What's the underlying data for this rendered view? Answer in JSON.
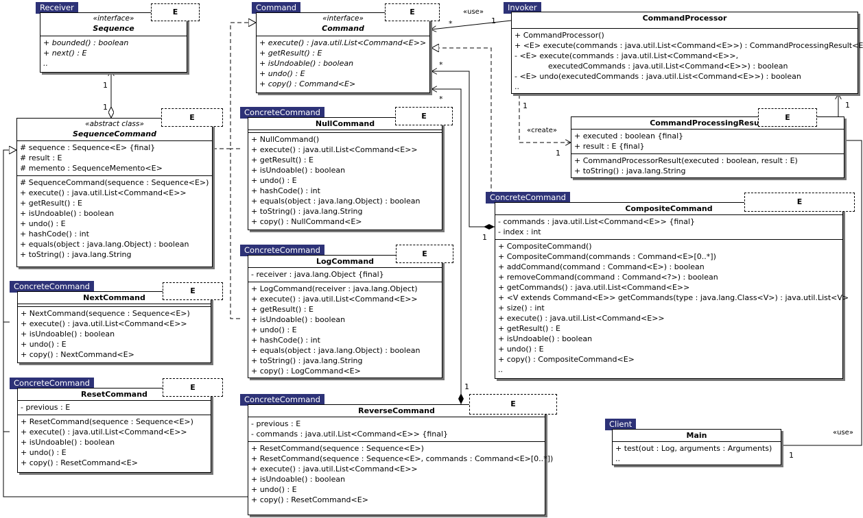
{
  "packages": {
    "receiver": "Receiver",
    "command": "Command",
    "invoker": "Invoker",
    "concrete": "ConcreteCommand",
    "client": "Client"
  },
  "type_param": "E",
  "sequence": {
    "stereotype": "«interface»",
    "name": "Sequence",
    "operations": [
      "+ bounded() : boolean",
      "+ next() : E",
      ".."
    ]
  },
  "command": {
    "stereotype": "«interface»",
    "name": "Command",
    "operations": [
      "+ execute() : java.util.List<Command<E>>",
      "+ getResult() : E",
      "+ isUndoable() : boolean",
      "+ undo() : E",
      "+ copy() : Command<E>"
    ]
  },
  "command_processor": {
    "name": "CommandProcessor",
    "operations": [
      "+ CommandProcessor()",
      "+ <E> execute(commands : java.util.List<Command<E>>) : CommandProcessingResult<E>",
      "- <E> execute(commands : java.util.List<Command<E>>,",
      "              executedCommands : java.util.List<Command<E>>) : boolean",
      "- <E> undo(executedCommands : java.util.List<Command<E>>) : boolean",
      ".."
    ]
  },
  "sequence_command": {
    "stereotype": "«abstract class»",
    "name": "SequenceCommand",
    "attributes": [
      "# sequence : Sequence<E>   {final}",
      "# result : E",
      "# memento : SequenceMemento<E>"
    ],
    "operations": [
      "# SequenceCommand(sequence : Sequence<E>)",
      "+ execute() : java.util.List<Command<E>>",
      "+ getResult() : E",
      "+ isUndoable() : boolean",
      "+ undo() : E",
      "+ hashCode() : int",
      "+ equals(object : java.lang.Object) : boolean",
      "+ toString() : java.lang.String"
    ]
  },
  "null_command": {
    "name": "NullCommand",
    "operations": [
      "+ NullCommand()",
      "+ execute() : java.util.List<Command<E>>",
      "+ getResult() : E",
      "+ isUndoable() : boolean",
      "+ undo() : E",
      "+ hashCode() : int",
      "+ equals(object : java.lang.Object) : boolean",
      "+ toString() : java.lang.String",
      "+ copy() : NullCommand<E>"
    ]
  },
  "result_class": {
    "name": "CommandProcessingResult",
    "attributes": [
      "+ executed : boolean   {final}",
      "+ result : E   {final}"
    ],
    "operations": [
      "+ CommandProcessorResult(executed : boolean, result : E)",
      "+ toString() : java.lang.String"
    ]
  },
  "composite": {
    "name": "CompositeCommand",
    "attributes": [
      "- commands : java.util.List<Command<E>>   {final}",
      "- index : int"
    ],
    "operations": [
      "+ CompositeCommand()",
      "+ CompositeCommand(commands : Command<E>[0..*])",
      "+ addCommand(command : Command<E>) : boolean",
      "+ removeCommand(command : Command<?>) : boolean",
      "+ getCommands() : java.util.List<Command<E>>",
      "+ <V extends Command<E>> getCommands(type : java.lang.Class<V>) : java.util.List<V>",
      "+ size() : int",
      "+ execute() : java.util.List<Command<E>>",
      "+ getResult() : E",
      "+ isUndoable() : boolean",
      "+ undo() : E",
      "+ copy() : CompositeCommand<E>",
      ".."
    ]
  },
  "next_command": {
    "name": "NextCommand",
    "operations": [
      "+ NextCommand(sequence : Sequence<E>)",
      "+ execute() : java.util.List<Command<E>>",
      "+ isUndoable() : boolean",
      "+ undo() : E",
      "+ copy() : NextCommand<E>"
    ]
  },
  "log_command": {
    "name": "LogCommand",
    "attributes": [
      "- receiver : java.lang.Object   {final}"
    ],
    "operations": [
      "+ LogCommand(receiver : java.lang.Object)",
      "+ execute() : java.util.List<Command<E>>",
      "+ getResult() : E",
      "+ isUndoable() : boolean",
      "+ undo() : E",
      "+ hashCode() : int",
      "+ equals(object : java.lang.Object) : boolean",
      "+ toString() : java.lang.String",
      "+ copy() : LogCommand<E>"
    ]
  },
  "reset_command": {
    "name": "ResetCommand",
    "attributes": [
      "- previous : E"
    ],
    "operations": [
      "+ ResetCommand(sequence : Sequence<E>)",
      "+ execute() : java.util.List<Command<E>>",
      "+ isUndoable() : boolean",
      "+ undo() : E",
      "+ copy() : ResetCommand<E>"
    ]
  },
  "reverse_command": {
    "name": "ReverseCommand",
    "attributes": [
      "- previous : E",
      "- commands : java.util.List<Command<E>>   {final}"
    ],
    "operations": [
      "+ ResetCommand(sequence : Sequence<E>)",
      "+ ResetCommand(sequence : Sequence<E>, commands : Command<E>[0..*])",
      "+ execute() : java.util.List<Command<E>>",
      "+ isUndoable() : boolean",
      "+ undo() : E",
      "+ copy() : ResetCommand<E>"
    ]
  },
  "main_class": {
    "name": "Main",
    "operations": [
      "+ test(out : Log, arguments : Arguments)",
      ".."
    ]
  },
  "relations": {
    "use": "«use»",
    "create": "«create»",
    "one": "1",
    "many": "*"
  }
}
